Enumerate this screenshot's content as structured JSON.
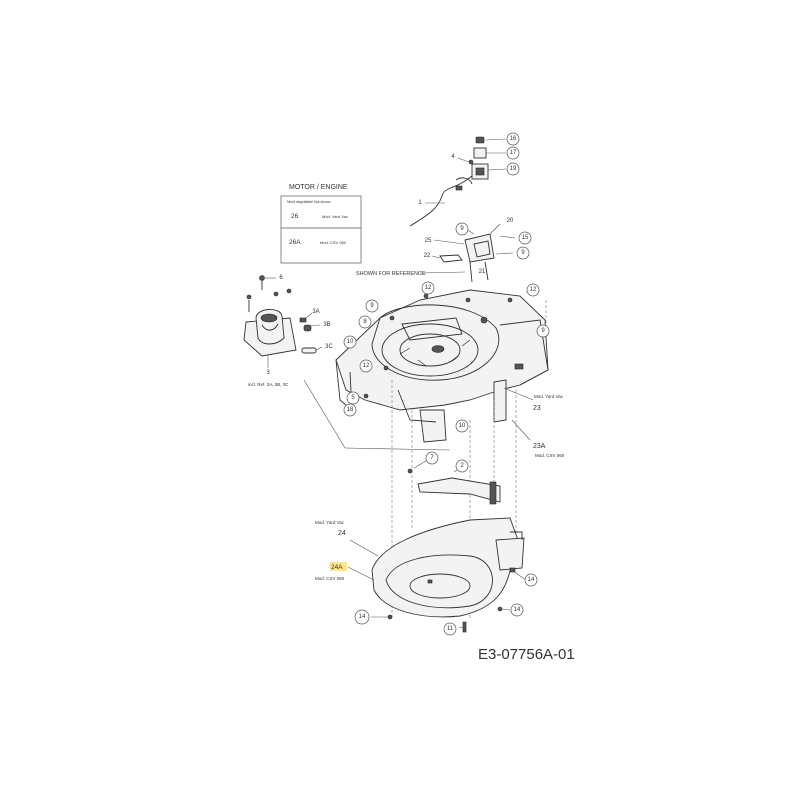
{
  "legend": {
    "title": "MOTOR / ENGINE",
    "subtitle": "Nicht abgebildet/ Not shown",
    "rows": [
      {
        "ref": "26",
        "desc": "Mod. Yard Vac"
      },
      {
        "ref": "26A",
        "desc": "Mod. CSV 060"
      }
    ]
  },
  "reference_label": "SHOWN FOR REFERENCE",
  "part_numbers": [
    "1",
    "2",
    "3",
    "4",
    "5",
    "6",
    "7",
    "8",
    "9",
    "10",
    "11",
    "12",
    "14",
    "15",
    "16",
    "17",
    "18",
    "19",
    "20",
    "21",
    "22",
    "23",
    "24",
    "25"
  ],
  "callouts": {
    "c16": "16",
    "c17": "17",
    "c19": "19",
    "c4": "4",
    "c1": "1",
    "c9a": "9",
    "c20": "20",
    "c15": "15",
    "c25": "25",
    "c9b": "9",
    "c22": "22",
    "c21": "21",
    "c6": "6",
    "c3a": "3A",
    "c3b": "3B",
    "c3c": "3C",
    "c3": "3",
    "c12a": "12",
    "c12b": "12",
    "c9c": "9",
    "c8": "8",
    "c9d": "9",
    "c10a": "10",
    "c12c": "12",
    "c5": "5",
    "c18": "18",
    "c10b": "10",
    "c7": "7",
    "c2": "2",
    "c14a": "14",
    "c14b": "14",
    "c14c": "14",
    "c11": "11"
  },
  "notes": {
    "ref3": "incl. Ref. 3A, 3B, 3C",
    "n23_mod": "Mod. Yard Vac",
    "n23": "23",
    "n23a": "23A",
    "n23a_mod": "Mod. CSV 060",
    "n24_mod": "Mod. Yard Vac",
    "n24": "24",
    "n24a": "24A",
    "n24a_mod": "Mod. CSV 060"
  },
  "drawing_number": "E3-07756A-01",
  "colors": {
    "highlight": "#ffe58a",
    "line": "#333333"
  }
}
